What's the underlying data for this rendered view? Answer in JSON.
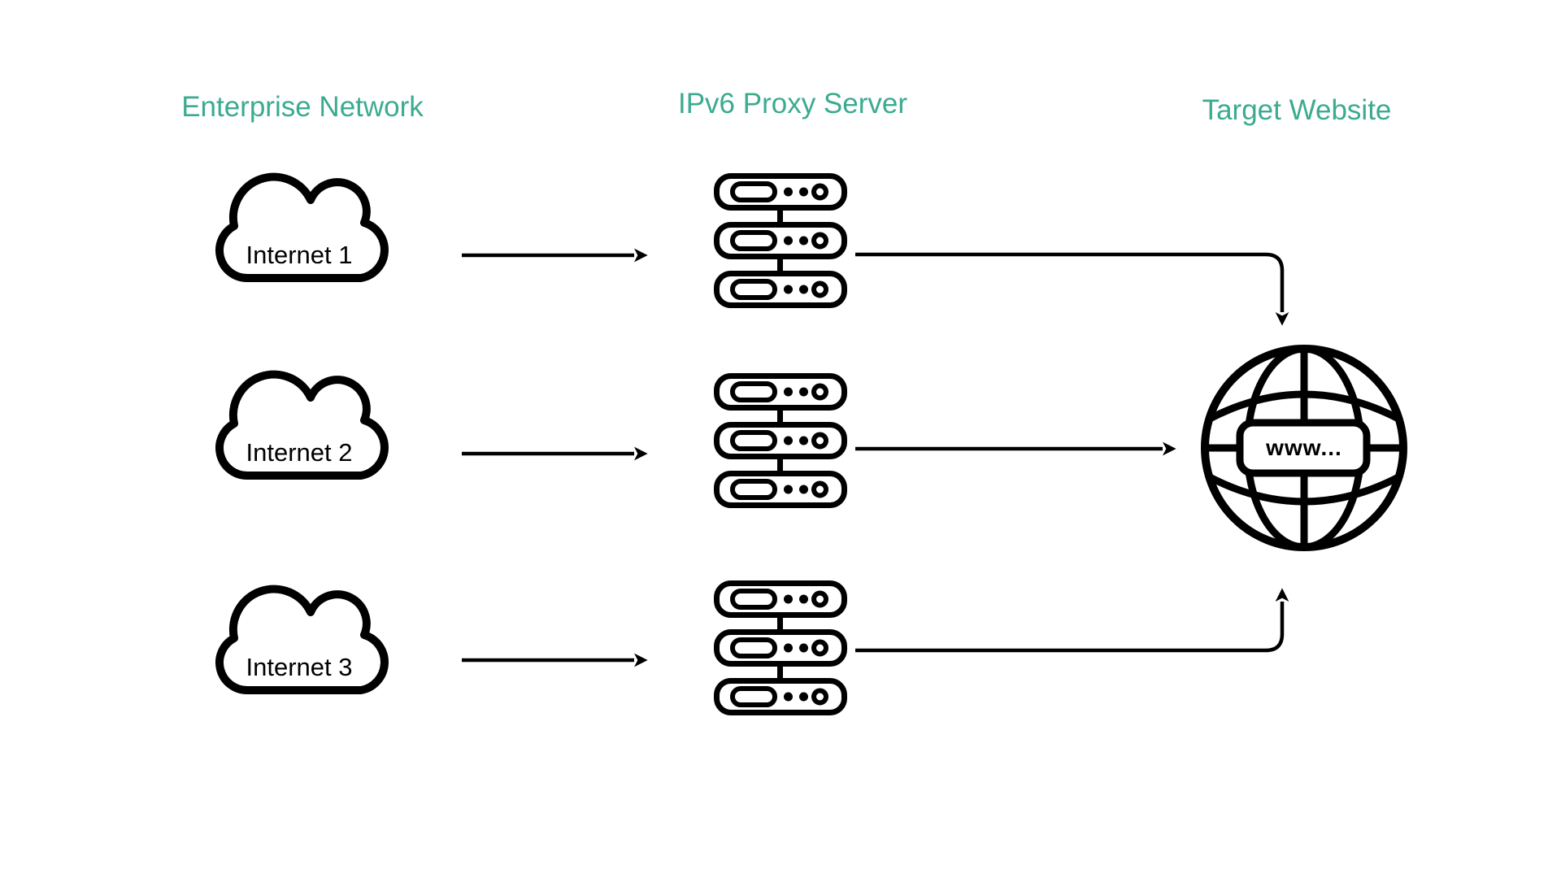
{
  "diagram": {
    "background_color": "#ffffff",
    "outline_color": "#000000",
    "header_color": "#3bab90",
    "headers": [
      "Enterprise Network",
      "IPv6 Proxy Server",
      "Target Website"
    ],
    "clouds": [
      {
        "label": "Internet 1",
        "icon": "cloud-icon"
      },
      {
        "label": "Internet 2",
        "icon": "cloud-icon"
      },
      {
        "label": "Internet 3",
        "icon": "cloud-icon"
      }
    ],
    "proxy_stacks": [
      {
        "icon": "server-stack-icon",
        "units": 3
      },
      {
        "icon": "server-stack-icon",
        "units": 3
      },
      {
        "icon": "server-stack-icon",
        "units": 3
      }
    ],
    "target": {
      "label": "www...",
      "icon": "globe-icon"
    }
  }
}
